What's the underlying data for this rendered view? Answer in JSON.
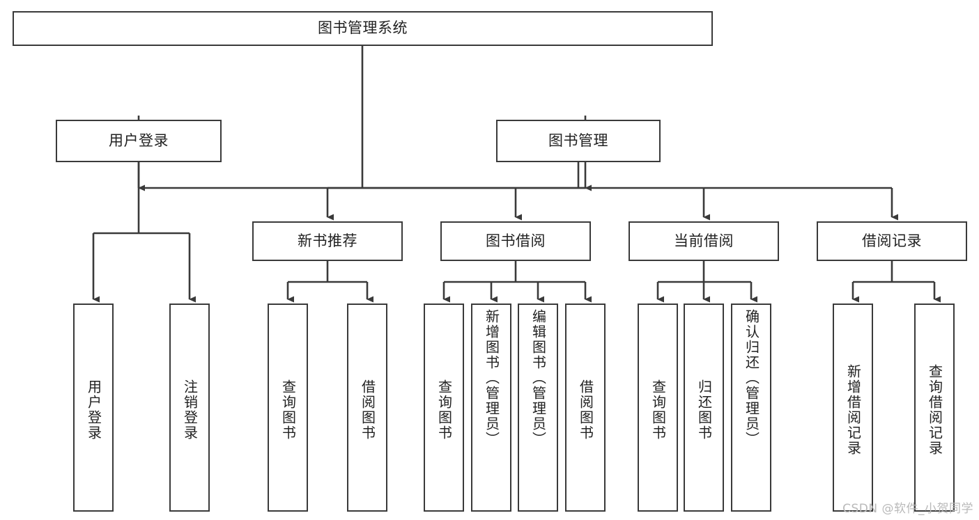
{
  "diagram": {
    "type": "tree-hierarchy",
    "title": "图书管理系统",
    "watermark": "CSDN @软件_小贺同学",
    "colors": {
      "stroke": "#3a3a3a",
      "box_fill": "#ffffff",
      "text": "#222222",
      "background": "#ffffff",
      "watermark": "#b9b9b9"
    },
    "levels": {
      "root": {
        "label": "图书管理系统"
      },
      "level2": [
        {
          "label": "用户登录"
        },
        {
          "label": "图书管理"
        }
      ],
      "level3": [
        {
          "label": "新书推荐"
        },
        {
          "label": "图书借阅"
        },
        {
          "label": "当前借阅"
        },
        {
          "label": "借阅记录"
        }
      ],
      "leaves": {
        "user_login": [
          {
            "label": "用户登录"
          },
          {
            "label": "注销登录"
          }
        ],
        "new_book_recommend": [
          {
            "label": "查询图书"
          },
          {
            "label": "借阅图书"
          }
        ],
        "book_borrow": [
          {
            "label": "查询图书"
          },
          {
            "label": "新增图书（管理员）"
          },
          {
            "label": "编辑图书（管理员）"
          },
          {
            "label": "借阅图书"
          }
        ],
        "current_borrow": [
          {
            "label": "查询图书"
          },
          {
            "label": "归还图书"
          },
          {
            "label": "确认归还（管理员）"
          }
        ],
        "borrow_record": [
          {
            "label": "新增借阅记录"
          },
          {
            "label": "查询借阅记录"
          }
        ]
      }
    }
  }
}
